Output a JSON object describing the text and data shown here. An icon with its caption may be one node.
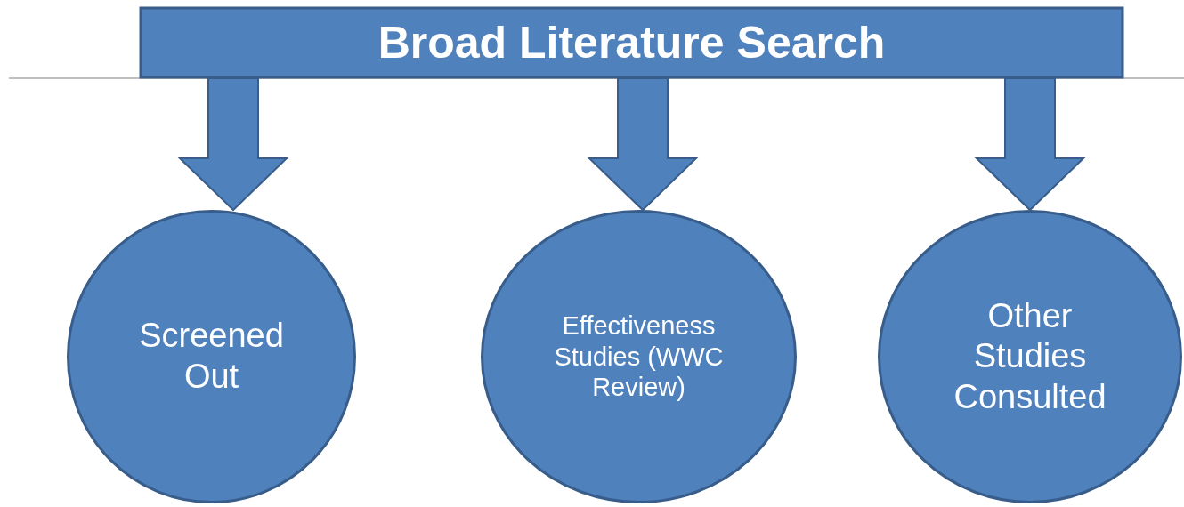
{
  "diagram": {
    "nodes": [
      {
        "text": [
          "Broad Literature Search"
        ]
      },
      {
        "text": [
          "Screened Out"
        ]
      },
      {
        "text": [
          "Effectiveness Studies (WWC Review)"
        ]
      },
      {
        "text": [
          "Other Studies Consulted"
        ]
      }
    ],
    "edges": [
      {
        "from": 0,
        "to": 1,
        "arrow": "to"
      },
      {
        "from": 0,
        "to": 2,
        "arrow": "to"
      },
      {
        "from": 0,
        "to": 3,
        "arrow": "to"
      }
    ]
  }
}
